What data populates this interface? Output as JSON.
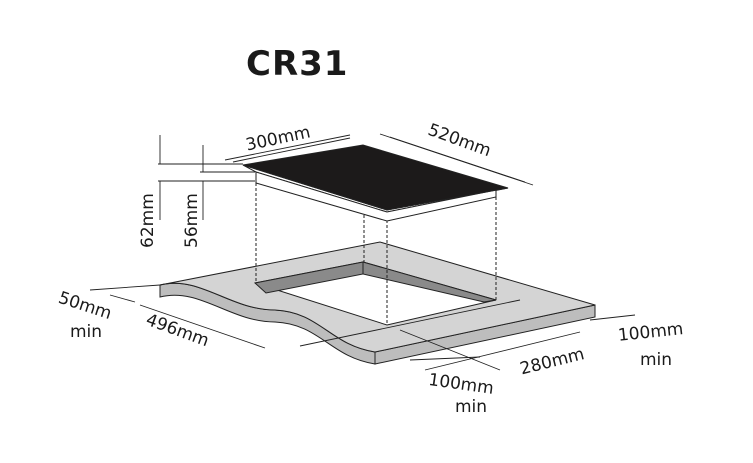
{
  "title": "CR31",
  "dimensions": {
    "width": "300mm",
    "depth": "520mm",
    "total_height": "62mm",
    "body_height": "56mm",
    "left_clearance": "50mm",
    "left_clearance_note": "min",
    "cutout_depth": "496mm",
    "front_clearance": "100mm",
    "front_clearance_note": "min",
    "cutout_width": "280mm",
    "right_clearance": "100mm",
    "right_clearance_note": "min"
  },
  "colors": {
    "glass": "#1c1a1a",
    "counter": "#d4d4d4",
    "cutout_wall": "#8a8a8a"
  }
}
